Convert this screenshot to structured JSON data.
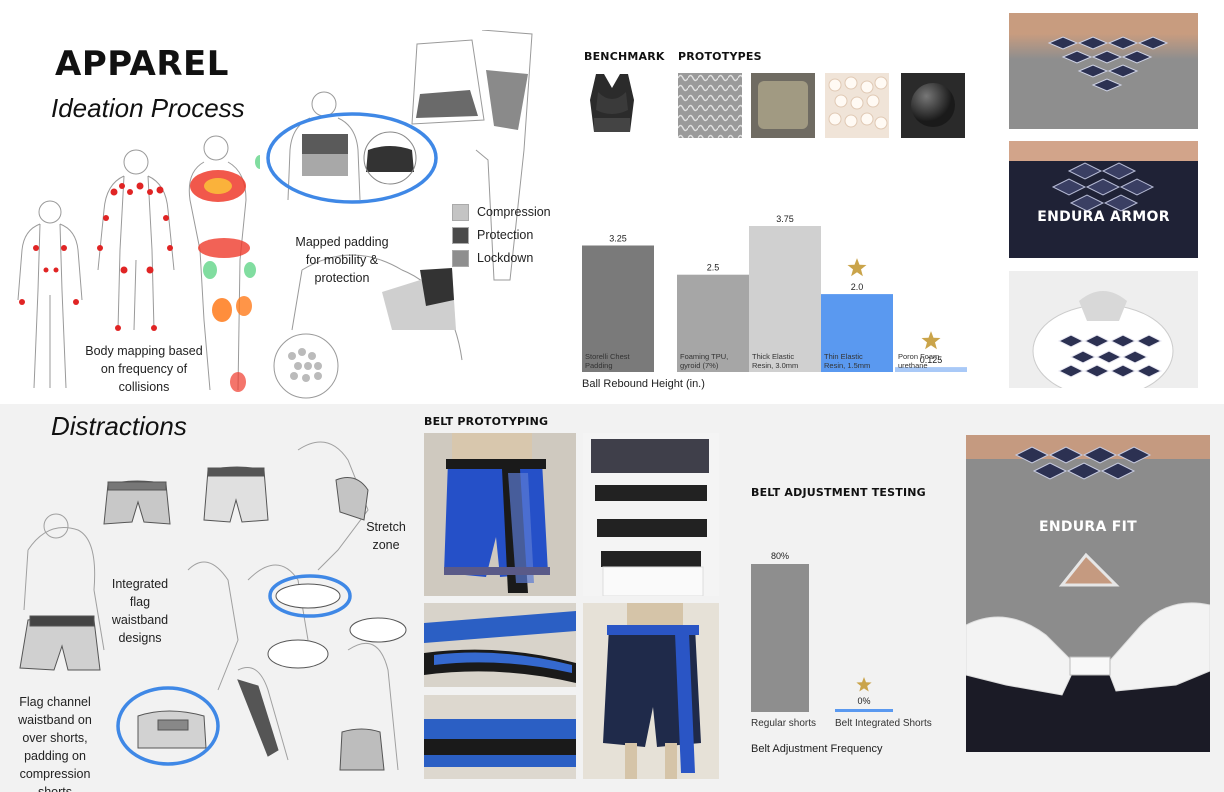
{
  "apparel": {
    "title": "APPAREL",
    "subtitle": "Ideation Process",
    "body_mapping_note": "Body mapping based on frequency of collisions",
    "mapped_padding_note": "Mapped padding for mobility & protection",
    "legend": [
      {
        "label": "Compression",
        "color": "#c4c4c4"
      },
      {
        "label": "Protection",
        "color": "#4a4a4a"
      },
      {
        "label": "Lockdown",
        "color": "#8e8e8e"
      }
    ],
    "benchmark_label": "BENCHMARK",
    "prototypes_label": "PROTOTYPES"
  },
  "rebound_chart": {
    "chart_data": {
      "type": "bar",
      "categories": [
        "Storelli Chest Padding",
        "Foaming TPU, gyroid (7%)",
        "Thick Elastic Resin, 3.0mm",
        "Thin Elastic Resin, 1.5mm",
        "Poron Foam, urethane"
      ],
      "values": [
        3.25,
        2.5,
        3.75,
        2.0,
        0.125
      ],
      "value_labels": [
        "3.25",
        "2.5",
        "3.75",
        "2.0",
        "0.125"
      ],
      "colors": [
        "#7a7a7a",
        "#a6a6a6",
        "#d0d0d0",
        "#5a99f0",
        "#a9c9f7"
      ],
      "starred": [
        false,
        false,
        false,
        true,
        true
      ],
      "xlabel": "Ball Rebound Height (in.)",
      "ylim": [
        0,
        3.75
      ]
    }
  },
  "photos_right": {
    "armor_label": "ENDURA ARMOR",
    "fit_label": "ENDURA FIT"
  },
  "distractions": {
    "title": "Distractions",
    "stretch_note": "Stretch zone",
    "waistband_note": "Integrated flag waistband designs",
    "flag_channel_note": "Flag channel waistband on over shorts, padding on compression shorts",
    "belt_prototyping_label": "BELT PROTOTYPING"
  },
  "belt_chart": {
    "title": "BELT ADJUSTMENT TESTING",
    "chart_data": {
      "type": "bar",
      "categories": [
        "Regular shorts",
        "Belt Integrated Shorts"
      ],
      "values": [
        80,
        0
      ],
      "value_labels": [
        "80%",
        "0%"
      ],
      "colors": [
        "#8e8e8e",
        "#5a99f0"
      ],
      "starred": [
        false,
        true
      ],
      "xlabel": "Belt Adjustment Frequency",
      "ylim": [
        0,
        80
      ]
    }
  },
  "icons": {
    "star": "star-icon"
  }
}
